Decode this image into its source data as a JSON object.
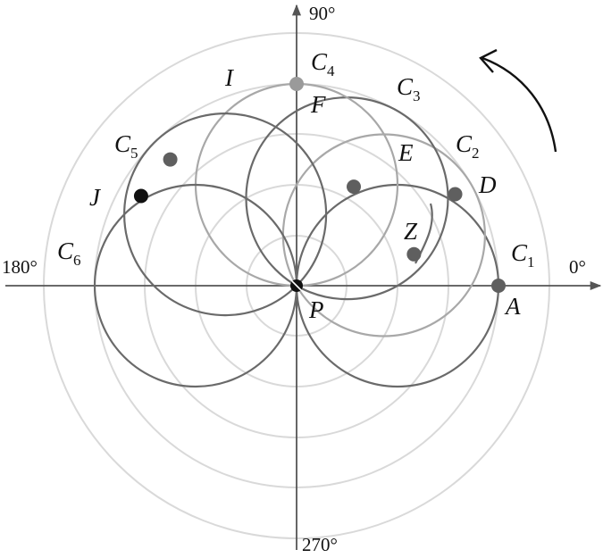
{
  "colors": {
    "ring": "#d9d9d9",
    "axis": "#555555",
    "circle_dark": "#6a6a6a",
    "circle_mid": "#888888",
    "circle_light": "#a8a8a8",
    "dot": "#5f5f5f",
    "dot_light": "#9a9a9a",
    "dot_black": "#111111",
    "label": "#111111"
  },
  "angle_labels": {
    "zero": "0°",
    "ninety": "90°",
    "one_eighty": "180°",
    "two_seventy": "270°"
  },
  "circles": [
    {
      "id": "C1",
      "letter": "C",
      "index": "1",
      "angle_deg": 0,
      "shade": "dark"
    },
    {
      "id": "C2",
      "letter": "C",
      "index": "2",
      "angle_deg": 30,
      "shade": "light"
    },
    {
      "id": "C3",
      "letter": "C",
      "index": "3",
      "angle_deg": 60,
      "shade": "dark"
    },
    {
      "id": "C4",
      "letter": "C",
      "index": "4",
      "angle_deg": 90,
      "shade": "light"
    },
    {
      "id": "C5",
      "letter": "C",
      "index": "5",
      "angle_deg": 135,
      "shade": "dark"
    },
    {
      "id": "C6",
      "letter": "C",
      "index": "6",
      "angle_deg": 180,
      "shade": "dark"
    }
  ],
  "points": [
    {
      "id": "A",
      "label": "A",
      "angle_deg": 0,
      "style": "dark"
    },
    {
      "id": "D",
      "label": "D",
      "angle_deg": 30,
      "style": "dark"
    },
    {
      "id": "E",
      "label": "E",
      "angle_deg": 60,
      "style": "dark"
    },
    {
      "id": "F",
      "label": "F",
      "angle_deg": 90,
      "style": "light"
    },
    {
      "id": "I",
      "label": "I",
      "angle_deg": 135,
      "style": "dark"
    },
    {
      "id": "J",
      "label": "J",
      "angle_deg": 150,
      "style": "black"
    },
    {
      "id": "Z",
      "label": "Z",
      "angle_deg": 15,
      "style": "dark"
    }
  ],
  "origin_label": "P",
  "rotation_arrow": {
    "direction": "counterclockwise",
    "icon": "curved-arrow-icon"
  }
}
